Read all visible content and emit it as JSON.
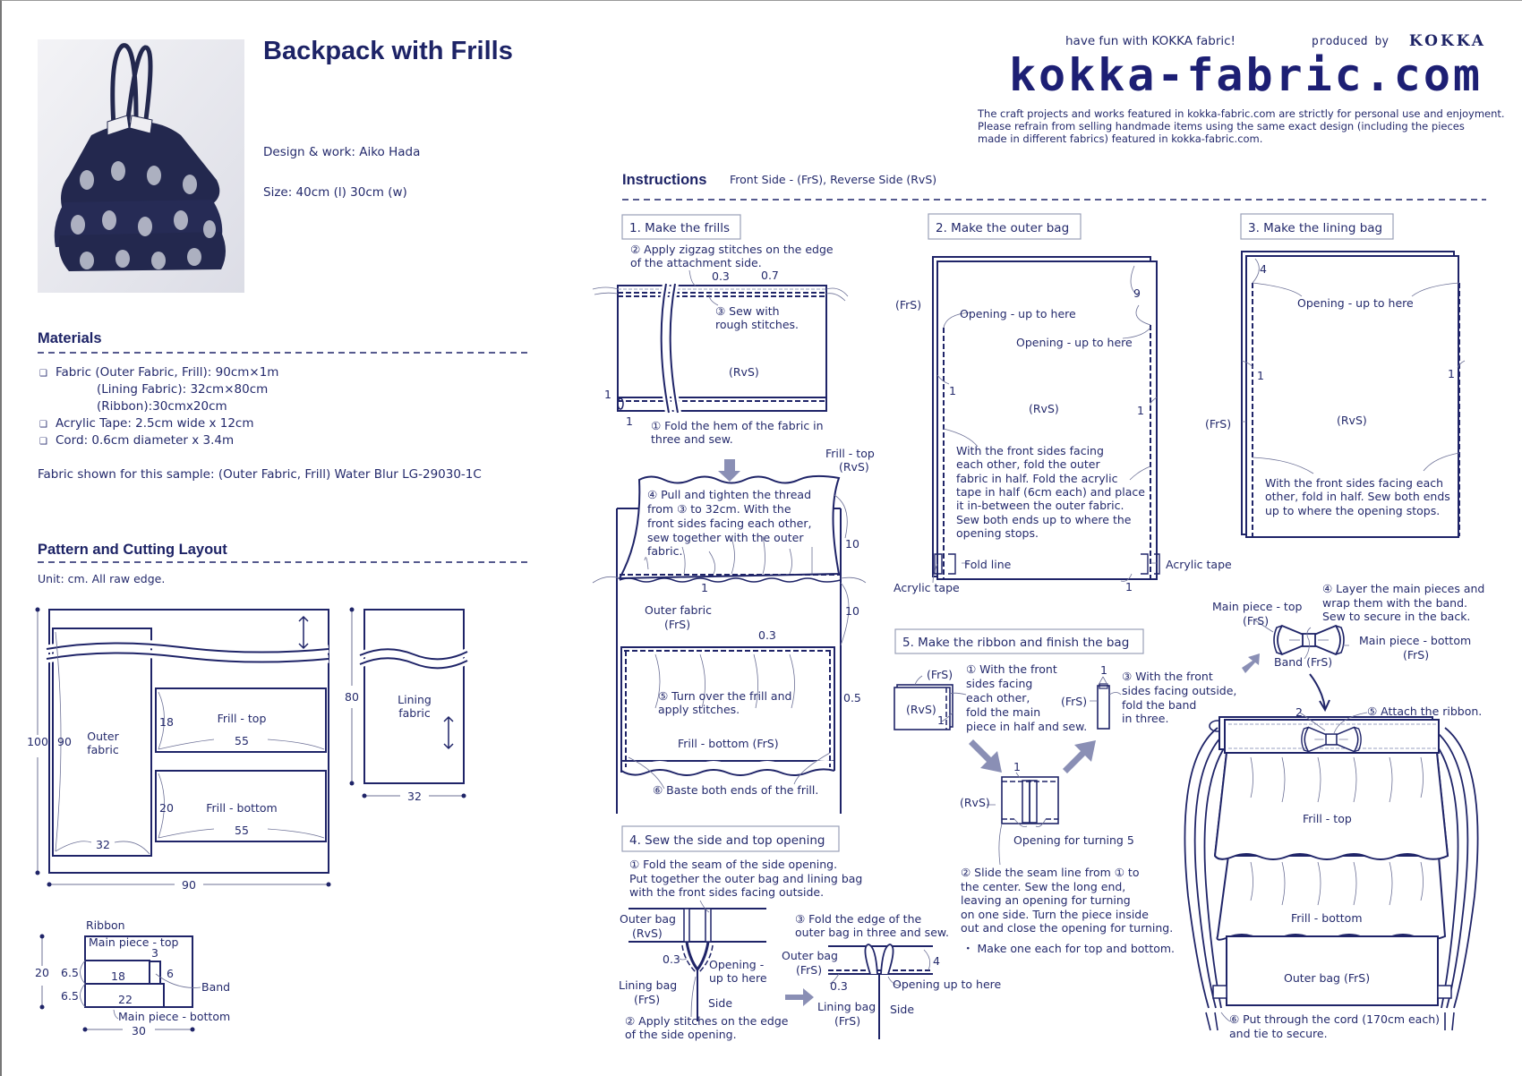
{
  "header": {
    "title": "Backpack with Frills",
    "design": "Design & work: Aiko Hada",
    "size": "Size: 40cm (l)  30cm (w)",
    "tagline": "have fun with KOKKA fabric!",
    "produced_by": "produced by",
    "brand": "KOKKA",
    "logo": "kokka-fabric.com",
    "disclaimer": [
      "The craft projects and works featured in kokka-fabric.com are strictly for personal use and enjoyment.",
      "Please refrain from selling handmade items using the same exact design (including the pieces",
      "made in different fabrics) featured in kokka-fabric.com."
    ]
  },
  "materials": {
    "heading": "Materials",
    "items": [
      "Fabric (Outer Fabric, Frill): 90cm×1m",
      "(Lining Fabric): 32cm×80cm",
      "(Ribbon):30cmx20cm",
      "Acrylic Tape: 2.5cm wide x 12cm",
      "Cord: 0.6cm diameter x 3.4m"
    ],
    "bullet": "❑",
    "sample": "Fabric shown for this sample: (Outer Fabric, Frill) Water Blur LG-29030-1C"
  },
  "pattern": {
    "heading": "Pattern and Cutting Layout",
    "unit": "Unit: cm.  All raw edge.",
    "outer_fabric": [
      "Outer",
      "fabric"
    ],
    "dim_100": "100",
    "dim_90h": "90",
    "dim_32": "32",
    "dim_90w": "90",
    "frill_top": "Frill - top",
    "frill_top_h": "18",
    "frill_top_w": "55",
    "frill_bottom": "Frill - bottom",
    "frill_bottom_h": "20",
    "frill_bottom_w": "55",
    "lining": [
      "Lining",
      "fabric"
    ],
    "lining_h": "80",
    "lining_w": "32",
    "ribbon": {
      "label": "Ribbon",
      "main_top": "Main piece - top",
      "band_w": "3",
      "band_h": "6",
      "band": "Band",
      "height": "20",
      "top_h": "6.5",
      "bottom_h": "6.5",
      "top_w": "18",
      "bottom_w": "22",
      "main_bottom": "Main piece - bottom",
      "width": "30"
    }
  },
  "instructions": {
    "heading": "Instructions",
    "legend": "Front Side - (FrS), Reverse Side (RvS)"
  },
  "step1": {
    "title": "1. Make the frills",
    "s2": [
      "② Apply zigzag stitches on the edge",
      "of the attachment side."
    ],
    "d03": "0.3",
    "d07": "0.7",
    "s3": [
      "③ Sew with",
      "rough stitches."
    ],
    "rvs": "(RvS)",
    "d1a": "1",
    "d1b": "1",
    "s1": [
      "① Fold the hem of the fabric in",
      "three and sew."
    ],
    "frill_top": "Frill - top",
    "frill_top_side": "(RvS)",
    "s4": [
      "④ Pull and tighten the thread",
      "from ③ to 32cm. With the",
      "front sides facing each other,",
      "sew together with the outer",
      "fabric."
    ],
    "d1c": "1",
    "d10a": "10",
    "d10b": "10",
    "outer": [
      "Outer fabric",
      "(FrS)"
    ],
    "d03b": "0.3",
    "d05": "0.5",
    "s5": [
      "⑤ Turn over the frill and",
      "apply stitches."
    ],
    "frill_bottom": "Frill - bottom (FrS)",
    "s6": "⑥ Baste both ends of the frill."
  },
  "step2": {
    "title": "2. Make the outer bag",
    "frs": "(FrS)",
    "open_left": "Opening - up to here",
    "open_right": "Opening - up to here",
    "d9": "9",
    "d1l": "1",
    "rvs": "(RvS)",
    "d1r": "1",
    "text": [
      "With the front sides facing",
      "each other, fold the outer",
      "fabric in half. Fold the acrylic",
      "tape in half (6cm each) and place",
      "it in-between the outer fabric.",
      "Sew both ends up to where the",
      "opening stops."
    ],
    "fold_line": "Fold line",
    "acrylic_left": "Acrylic tape",
    "d1b": "1",
    "acrylic_right": "Acrylic tape"
  },
  "step3": {
    "title": "3. Make the lining bag",
    "d4": "4",
    "opening": "Opening - up to here",
    "d1l": "1",
    "d1r": "1",
    "frs": "(FrS)",
    "rvs": "(RvS)",
    "text": [
      "With the front sides facing each",
      "other, fold in half. Sew both ends",
      "up to where the opening stops."
    ]
  },
  "step4": {
    "title": "4. Sew the side and top opening",
    "s1": [
      "① Fold the seam of the side opening.",
      "Put together the outer bag and lining bag",
      "with the front sides facing outside."
    ],
    "outer_bag": [
      "Outer bag",
      "(RvS)"
    ],
    "d03": "0.3",
    "opening": [
      "Opening -",
      "up to here"
    ],
    "lining_bag": [
      "Lining bag",
      "(FrS)"
    ],
    "side": "Side",
    "s2": [
      "② Apply stitches on the edge",
      "of the side opening."
    ],
    "s3": [
      "③ Fold the edge of the",
      "outer bag in three and sew."
    ],
    "outer_bag2": [
      "Outer bag",
      "(FrS)"
    ],
    "d4": "4",
    "d03b": "0.3",
    "opening2": "Opening up to here",
    "lining_bag2": [
      "Lining bag",
      "(FrS)"
    ],
    "side2": "Side"
  },
  "step5": {
    "title": "5. Make the ribbon and finish the bag",
    "frs": "(FrS)",
    "rvs": "(RvS)",
    "d1": "1",
    "s1": [
      "① With the front",
      "sides facing",
      "each other,",
      "fold the main",
      "piece in half and sew."
    ],
    "band_d1": "1",
    "band_frs": "(FrS)",
    "s3": [
      "③ With the front",
      "sides facing outside,",
      "fold the band",
      "in three."
    ],
    "bag_d1": "1",
    "bag_rvs": "(RvS)",
    "opening": "Opening for turning 5",
    "s2": [
      "② Slide the seam line from ① to",
      "the center. Sew the long end,",
      "leaving an opening for turning",
      "on one side. Turn the piece inside",
      "out and close the opening for turning."
    ],
    "note": "・ Make one each for top and bottom.",
    "s4": [
      "④ Layer the main pieces and",
      "wrap them with the band.",
      "Sew to secure in the back."
    ],
    "main_top": [
      "Main piece - top",
      "(FrS)"
    ],
    "main_bottom": [
      "Main piece - bottom",
      "(FrS)"
    ],
    "band": "Band (FrS)",
    "d2": "2",
    "s5": "⑤ Attach the ribbon.",
    "frill_top": "Frill - top",
    "frill_bottom": "Frill - bottom",
    "outer_bag": "Outer bag (FrS)",
    "s6": [
      "⑥ Put through the cord (170cm each)",
      "and tie to secure."
    ]
  }
}
